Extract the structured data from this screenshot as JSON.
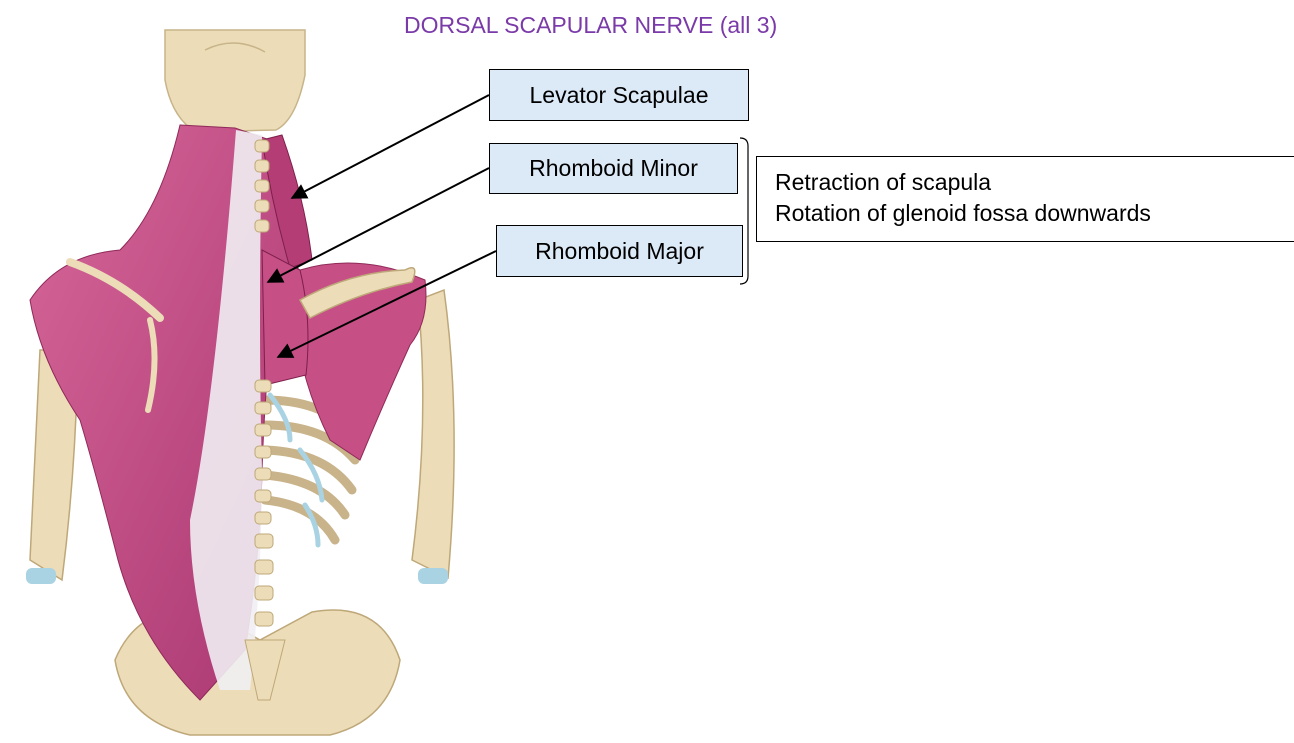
{
  "title": "DORSAL SCAPULAR NERVE (all 3)",
  "labels": {
    "levator": "Levator Scapulae",
    "minor": "Rhomboid Minor",
    "major": "Rhomboid Major"
  },
  "actions": [
    "Retraction of scapula",
    "Rotation of glenoid fossa downwards"
  ],
  "colors": {
    "title": "#7a3aa8",
    "label_fill": "#dce9f7",
    "muscle": "#c64f86",
    "muscle_dark": "#9e2f62",
    "bone": "#ecdcb8",
    "bone_shadow": "#cdb98e",
    "fascia": "#f1eef3",
    "cartilage": "#a9d3e2"
  }
}
